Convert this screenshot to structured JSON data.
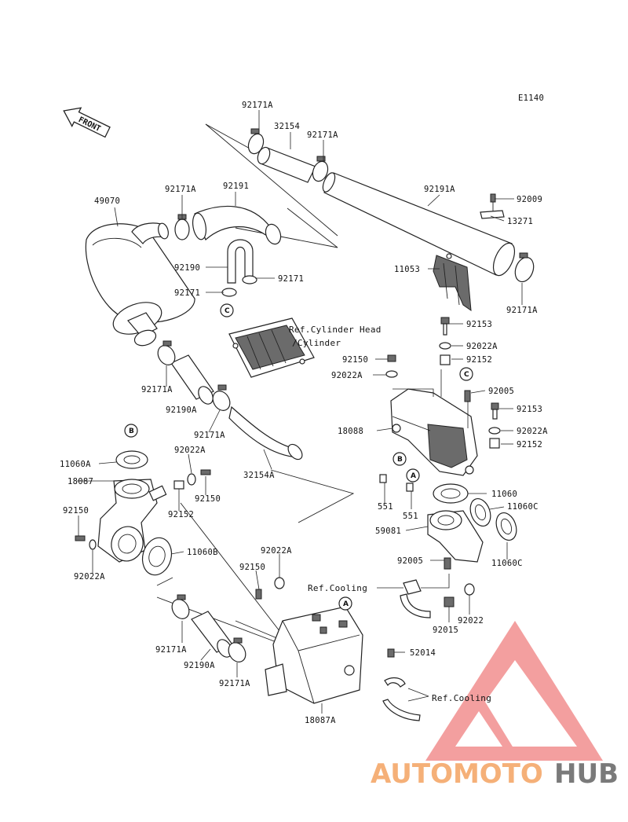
{
  "diagram_code": "E1140",
  "front_label": "FRONT",
  "watermark": {
    "part1": "AUTOMOTO",
    "part2": "HUB",
    "color1": "#f5b078",
    "color2": "#7a7a7a",
    "logo_color": "#f08080"
  },
  "circle_refs": {
    "c1": "C",
    "c2": "C",
    "b1": "B",
    "b2": "B",
    "a1": "A",
    "a2": "A"
  },
  "refs": {
    "cyl_head_1": "Ref.Cylinder Head",
    "cyl_head_2": "/Cylinder",
    "cooling_1": "Ref.Cooling",
    "cooling_2": "Ref.Cooling"
  },
  "labels": {
    "p_92171A_top": "92171A",
    "p_32154": "32154",
    "p_92171A_top2": "92171A",
    "p_92171A_mid": "92171A",
    "p_92191": "92191",
    "p_49070": "49070",
    "p_92191A": "92191A",
    "p_92009": "92009",
    "p_13271": "13271",
    "p_92190": "92190",
    "p_92171_a": "92171",
    "p_92171_b": "92171",
    "p_11053": "11053",
    "p_92171A_right": "92171A",
    "p_92153_a": "92153",
    "p_92022A_a": "92022A",
    "p_92150_a": "92150",
    "p_92152_a": "92152",
    "p_92022A_b": "92022A",
    "p_92171A_c": "92171A",
    "p_92005_a": "92005",
    "p_92190A_a": "92190A",
    "p_92153_b": "92153",
    "p_18088": "18088",
    "p_92022A_c": "92022A",
    "p_92171A_d": "92171A",
    "p_92152_b": "92152",
    "p_11060A": "11060A",
    "p_92022A_d": "92022A",
    "p_18087": "18087",
    "p_32154A": "32154A",
    "p_92150_b": "92150",
    "p_92152_c": "92152",
    "p_551_a": "551",
    "p_11060": "11060",
    "p_11060C_a": "11060C",
    "p_551_b": "551",
    "p_92150_c": "92150",
    "p_59081": "59081",
    "p_11060B": "11060B",
    "p_92022A_e": "92022A",
    "p_11060C_b": "11060C",
    "p_92022A_f": "92022A",
    "p_92150_d": "92150",
    "p_92005_b": "92005",
    "p_92022": "92022",
    "p_92015": "92015",
    "p_52014": "52014",
    "p_92171A_e": "92171A",
    "p_92190A_b": "92190A",
    "p_92171A_f": "92171A",
    "p_18087A": "18087A"
  }
}
